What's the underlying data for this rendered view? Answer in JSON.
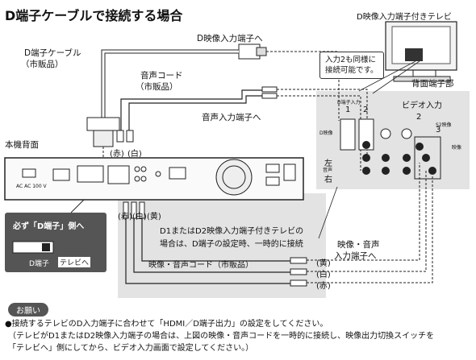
{
  "title": "D端子ケーブルで接続する場合",
  "tv_label": "D映像入力端子付きテレビ",
  "rear_terminal_label": "背面端子部",
  "d_video_in_to": "D映像入力端子へ",
  "d_cable_label": "D端子ケーブル",
  "d_cable_store": "（市販品）",
  "audio_cord_label": "音声コード",
  "audio_cord_store": "（市販品）",
  "audio_in_to": "音声入力端子へ",
  "note_input2": [
    "入力2も同様に",
    "接続可能です。"
  ],
  "video_input_label": "ビデオ入力",
  "d_terminal_input": "D端子入力",
  "d_terminal_label": "D映像",
  "s2_label": "S2映像",
  "video_label": "映像",
  "left_label": "左",
  "audio_label": "音声",
  "right_label": "右",
  "input_numbers": [
    "1",
    "2",
    "3"
  ],
  "unit_back_label": "本機背面",
  "red_white": [
    "(赤)",
    "(白)"
  ],
  "red_white_yellow": [
    "(赤)",
    "(白)",
    "(黄)"
  ],
  "must_d_terminal": "必ず「D端子」側へ",
  "switch_labels": [
    "D端子",
    "テレビへ"
  ],
  "d1d2_note": [
    "D1またはD2映像入力端子付きテレビの",
    "場合は、D端子の設定時、一時的に接続"
  ],
  "av_cord_label": "映像・音声コード（市販品）",
  "av_in_to": [
    "映像・音声",
    "入力端子へ"
  ],
  "output_colors": [
    "(黄)",
    "(白)",
    "(赤)"
  ],
  "request_badge": "お願い",
  "instructions": [
    "●接続するテレビのD入力端子に合わせて「HDMI／D端子出力」の設定をしてください。",
    "（テレビがD1またはD2映像入力端子の場合は、上図の映像・音声コードを一時的に接続し、映像出力切換スイッチを",
    "「テレビへ」側にしてから、ビデオ入力画面で設定してください。）"
  ],
  "ac_label": "AC AC 100 V"
}
